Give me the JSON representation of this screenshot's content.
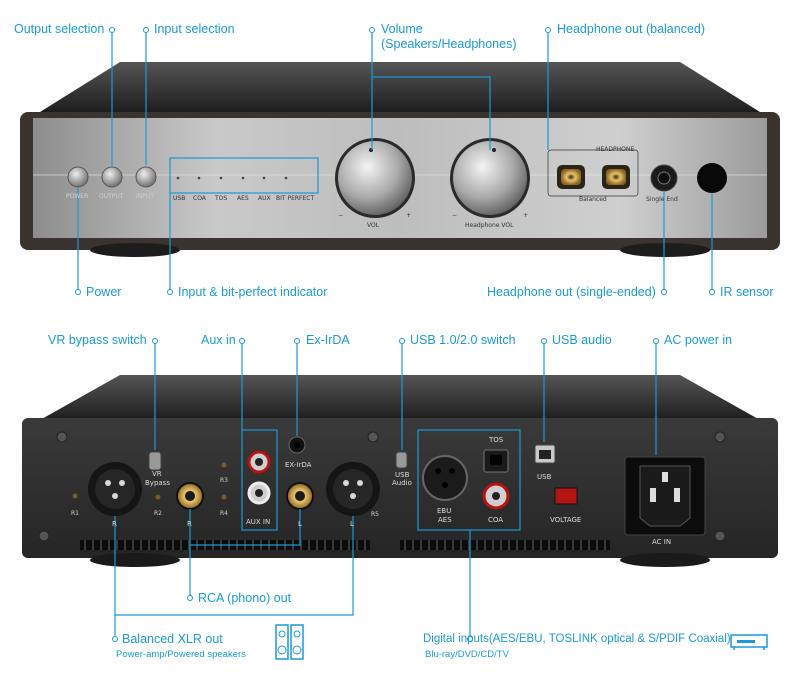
{
  "front": {
    "callouts": {
      "output_selection": "Output selection",
      "input_selection": "Input  selection",
      "volume_line1": "Volume",
      "volume_line2": "(Speakers/Headphones)",
      "headphone_balanced": "Headphone out (balanced)",
      "power": "Power",
      "input_indicator": "Input & bit-perfect indicator",
      "headphone_single": "Headphone out (single-ended)",
      "ir_sensor": "IR sensor"
    },
    "panel_labels": {
      "power": "POWER",
      "output": "OUTPUT",
      "input": "INPUT",
      "inputs": [
        "USB",
        "COA",
        "TOS",
        "AES",
        "AUX",
        "BIT PERFECT"
      ],
      "vol": "VOL",
      "headphone_vol": "Headphone VOL",
      "headphone": "HEADPHONE",
      "balanced": "Balanced",
      "single_end": "Single End",
      "minus": "−",
      "plus": "+"
    }
  },
  "rear": {
    "callouts": {
      "vr_bypass": "VR bypass switch",
      "aux_in": "Aux in",
      "ex_irda": "Ex-IrDA",
      "usb_switch": "USB 1.0/2.0 switch",
      "usb_audio": "USB audio",
      "ac_power": "AC power in",
      "rca_out": "RCA (phono) out",
      "balanced_xlr": "Balanced XLR out",
      "balanced_xlr_sub": "Power-amp/Powered speakers",
      "digital_inputs": "Digital inputs(AES/EBU, TOSLINK optical & S/PDIF Coaxial)",
      "digital_inputs_sub": "Blu-ray/DVD/CD/TV"
    },
    "panel_labels": {
      "vr": "VR",
      "bypass": "Bypass",
      "r1": "R1",
      "r2": "R2",
      "r3": "R3",
      "r4": "R4",
      "r5": "R5",
      "r_left_xlr": "R",
      "r_rca": "R",
      "l_rca": "L",
      "l_xlr": "L",
      "aux_in": "AUX IN",
      "ex_irda": "EX-IrDA",
      "usb_audio_sw": "USB\nAudio",
      "usb_audio_sw1": "USB",
      "usb_audio_sw2": "Audio",
      "ebu": "EBU",
      "aes": "AES",
      "tos": "TOS",
      "coa": "COA",
      "usb": "USB",
      "voltage": "VOLTAGE",
      "ac_in": "AC IN"
    }
  },
  "colors": {
    "accent": "#1a9ad6",
    "chassis": "#2b2b2b",
    "faceplate": "#b9b9b9"
  }
}
